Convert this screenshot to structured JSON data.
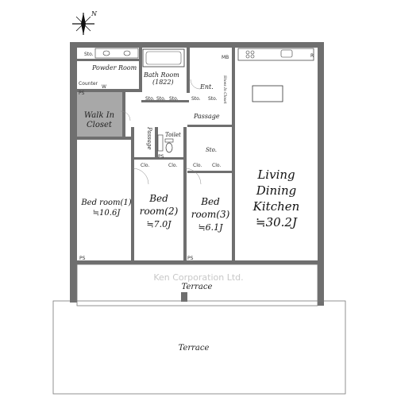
{
  "compass": {
    "label": "N"
  },
  "watermark": "Ken Corporation Ltd.",
  "rooms": {
    "ldk": {
      "l1": "Living",
      "l2": "Dining",
      "l3": "Kitchen",
      "size": "≒30.2J"
    },
    "bed1": {
      "l1": "Bed room(1)",
      "size": "≒10.6J"
    },
    "bed2": {
      "l1": "Bed",
      "l2": "room(2)",
      "size": "≒7.0J"
    },
    "bed3": {
      "l1": "Bed",
      "l2": "room(3)",
      "size": "≒6.1J"
    },
    "walkin": {
      "l1": "Walk In",
      "l2": "Closet"
    },
    "powder": "Powder Room",
    "bath": {
      "l1": "Bath Room",
      "l2": "(1822)"
    },
    "toilet": "Toilet",
    "passage1": "Passage",
    "passage2": "Passage",
    "entrance": "Ent.",
    "sto_top": "Sto.",
    "sto_mid": "Sto.",
    "shoes": "Shoes In Closet",
    "terrace_small": "Terrace",
    "terrace_big": "Terrace"
  },
  "tags": {
    "sto": "Sto.",
    "clo": "Clo.",
    "ps": "PS",
    "mb": "MB",
    "r": "R",
    "w": "W",
    "counter": "Counter"
  }
}
